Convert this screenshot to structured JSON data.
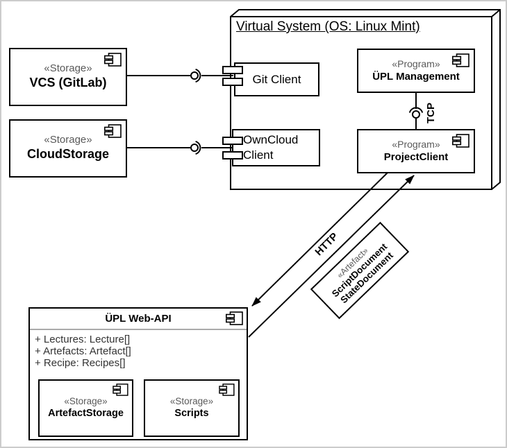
{
  "virtual_system": {
    "title": "Virtual System (OS: Linux Mint)",
    "git_client": {
      "name": "Git Client"
    },
    "owncloud_client": {
      "name": "OwnCloud Client"
    },
    "upl_management": {
      "stereotype": "«Program»",
      "name": "ÜPL Management"
    },
    "project_client": {
      "stereotype": "«Program»",
      "name": "ProjectClient"
    }
  },
  "external_storages": {
    "vcs": {
      "stereotype": "«Storage»",
      "name": "VCS (GitLab)"
    },
    "cloud_storage": {
      "stereotype": "«Storage»",
      "name": "CloudStorage"
    }
  },
  "web_api": {
    "title": "ÜPL Web-API",
    "attributes": [
      "+ Lectures: Lecture[]",
      "+ Artefacts: Artefact[]",
      "+ Recipe: Recipes[]"
    ],
    "artefact_storage": {
      "stereotype": "«Storage»",
      "name": "ArtefactStorage"
    },
    "scripts": {
      "stereotype": "«Storage»",
      "name": "Scripts"
    }
  },
  "connections": {
    "tcp": {
      "label": "TCP"
    },
    "http": {
      "label": "HTTP"
    },
    "artefact_transfer": {
      "stereotype": "«Artefact»",
      "documents": [
        "ScriptDocument",
        "StateDocument"
      ]
    }
  },
  "colors": {
    "stroke": "#000000",
    "stereotype_text": "#595959",
    "attribute_text": "#333333",
    "separator": "#aaaaaa",
    "frame_border": "#cccccc",
    "background": "#ffffff"
  }
}
